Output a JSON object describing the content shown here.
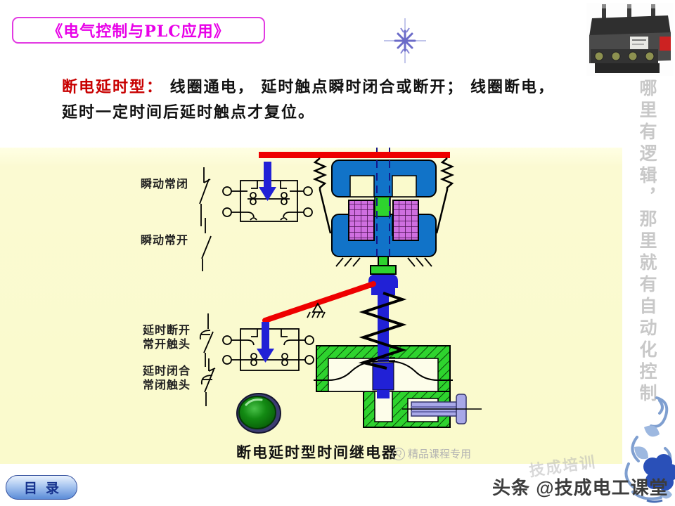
{
  "header": {
    "course_title": "《电气控制与PLC应用》"
  },
  "intro": {
    "term": "断电延时型：",
    "line1_rest": " 线圈通电， 延时触点瞬时闭合或断开； 线圈断电，",
    "line2": "延时一定时间后延时触点才复位。"
  },
  "panel": {
    "labels": {
      "instant_nc": "瞬动常闭",
      "instant_no": "瞬动常开",
      "delay_open_1": "延时断开",
      "delay_open_2": "常开触头",
      "delay_close_1": "延时闭合",
      "delay_close_2": "常闭触头"
    },
    "caption": "断电延时型时间继电器",
    "watermark_icon": "Q",
    "watermark_text": "精品课程专用"
  },
  "sidebar": {
    "slogan": "哪里有逻辑，那里就有自动化控制"
  },
  "footer": {
    "toc_button": "目录",
    "credit": "头条 @技成电工课堂",
    "ghost_watermark": "技成培训"
  },
  "colors": {
    "title_magenta": "#e800e8",
    "term_red": "#c80000",
    "panel_yellow": "#fafacc",
    "core_blue": "#1173c8",
    "mech_green": "#2ed32e",
    "coil_purple": "#cf6fe0",
    "arrow_blue": "#2121d6",
    "lever_red": "#ee0000",
    "screw_periwinkle": "#a8a8e8",
    "slogan_gray": "#c8c8c8"
  }
}
